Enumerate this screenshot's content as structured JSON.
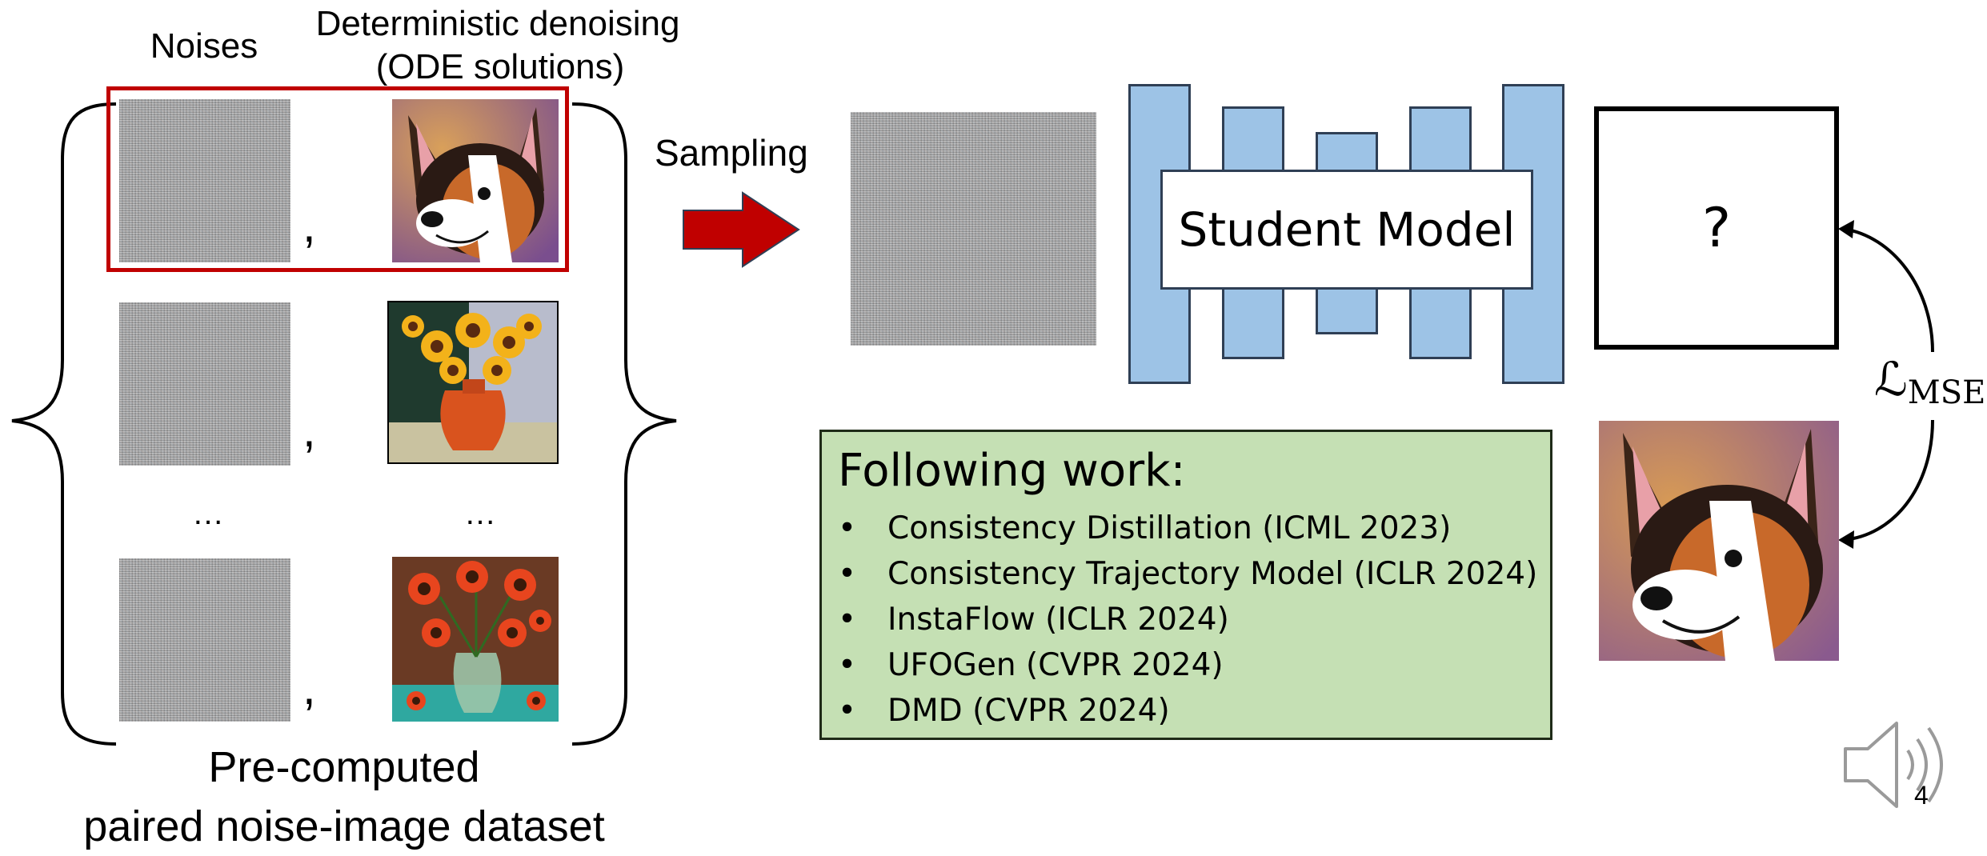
{
  "dataset": {
    "noises_header": "Noises",
    "denoise_header_line1": "Deterministic denoising",
    "denoise_header_line2": "(ODE solutions)",
    "comma": ",",
    "ellipsis": "…",
    "caption_line1": "Pre-computed",
    "caption_line2": "paired noise-image dataset"
  },
  "sampling_label": "Sampling",
  "student_model_label": "Student Model",
  "output_placeholder": "?",
  "loss": {
    "symbol": "ℒ",
    "subscript": "MSE"
  },
  "following": {
    "title": "Following work:",
    "items": [
      "Consistency Distillation (ICML 2023)",
      "Consistency Trajectory Model (ICLR 2024)",
      "InstaFlow (ICLR 2024)",
      "UFOGen (CVPR 2024)",
      "DMD (CVPR 2024)"
    ]
  },
  "page_number": "4",
  "colors": {
    "highlight_red": "#c00000",
    "arrow_red": "#c00000",
    "unet_blue": "#9dc3e6",
    "box_green": "#c5e0b4"
  },
  "icons": {
    "corgi": "corgi-painting-icon",
    "sunflowers_1": "sunflower-vase-painting-icon",
    "sunflowers_2": "sunflower-vase-painting-icon",
    "speaker": "speaker-icon"
  }
}
